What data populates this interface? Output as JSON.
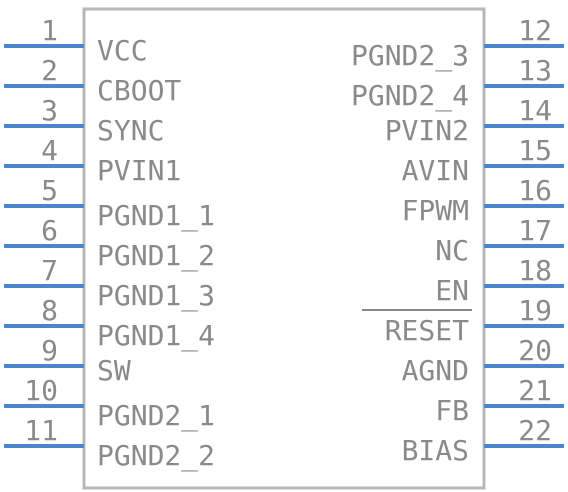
{
  "component": {
    "body_color": "#b8b8b8",
    "pin_color": "#4a86d0",
    "text_color": "#8a8a8a",
    "left_pins": [
      {
        "number": "1",
        "name": "VCC"
      },
      {
        "number": "2",
        "name": "CBOOT"
      },
      {
        "number": "3",
        "name": "SYNC"
      },
      {
        "number": "4",
        "name": "PVIN1"
      },
      {
        "number": "5",
        "name": "PGND1_1"
      },
      {
        "number": "6",
        "name": "PGND1_2"
      },
      {
        "number": "7",
        "name": "PGND1_3"
      },
      {
        "number": "8",
        "name": "PGND1_4"
      },
      {
        "number": "9",
        "name": "SW"
      },
      {
        "number": "10",
        "name": "PGND2_1"
      },
      {
        "number": "11",
        "name": "PGND2_2"
      }
    ],
    "right_pins": [
      {
        "number": "12",
        "name": "PGND2_3",
        "overbar": false
      },
      {
        "number": "13",
        "name": "PGND2_4",
        "overbar": false
      },
      {
        "number": "14",
        "name": "PVIN2",
        "overbar": false
      },
      {
        "number": "15",
        "name": "AVIN",
        "overbar": false
      },
      {
        "number": "16",
        "name": "FPWM",
        "overbar": false
      },
      {
        "number": "17",
        "name": "NC",
        "overbar": false
      },
      {
        "number": "18",
        "name": "EN",
        "overbar": false
      },
      {
        "number": "19",
        "name": "RESET",
        "overbar": true
      },
      {
        "number": "20",
        "name": "AGND",
        "overbar": false
      },
      {
        "number": "21",
        "name": "FB",
        "overbar": false
      },
      {
        "number": "22",
        "name": "BIAS",
        "overbar": false
      }
    ]
  }
}
